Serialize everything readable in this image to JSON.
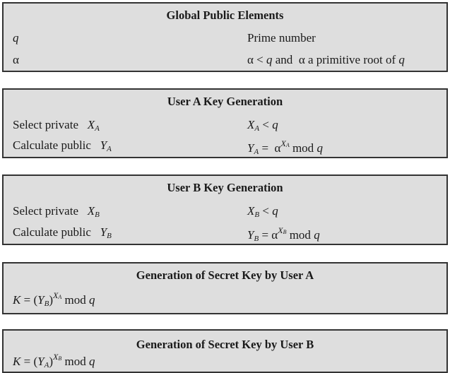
{
  "global": {
    "title": "Global Public Elements",
    "rows": [
      {
        "left": "q",
        "right": "Prime number"
      },
      {
        "left": "α",
        "right_a": "α",
        "right_lt": "<",
        "right_q": "q",
        "right_and": "and",
        "right_b": "α a primitive root of",
        "right_q2": "q"
      }
    ]
  },
  "userA": {
    "title": "User A  Key Generation",
    "sel": "Select private",
    "calc": "Calculate public",
    "X": "X",
    "Y": "Y",
    "sub": "A",
    "lt": "<",
    "q": "q",
    "eq": "=",
    "alpha": "α",
    "mod": "mod"
  },
  "userB": {
    "title": "User B  Key Generation",
    "sel": "Select private",
    "calc": "Calculate public",
    "X": "X",
    "Y": "Y",
    "sub": "B",
    "lt": "<",
    "q": "q",
    "eq": "=",
    "alpha": "α",
    "mod": "mod"
  },
  "secretA": {
    "title": "Generation of Secret  Key by User A",
    "K": "K",
    "eq": "=",
    "Y": "Y",
    "ysub": "B",
    "X": "X",
    "xsub": "A",
    "mod": "mod",
    "q": "q"
  },
  "secretB": {
    "title": "Generation of Secret  Key by User B",
    "K": "K",
    "eq": "=",
    "Y": "Y",
    "ysub": "A",
    "X": "X",
    "xsub": "B",
    "mod": "mod",
    "q": "q"
  }
}
